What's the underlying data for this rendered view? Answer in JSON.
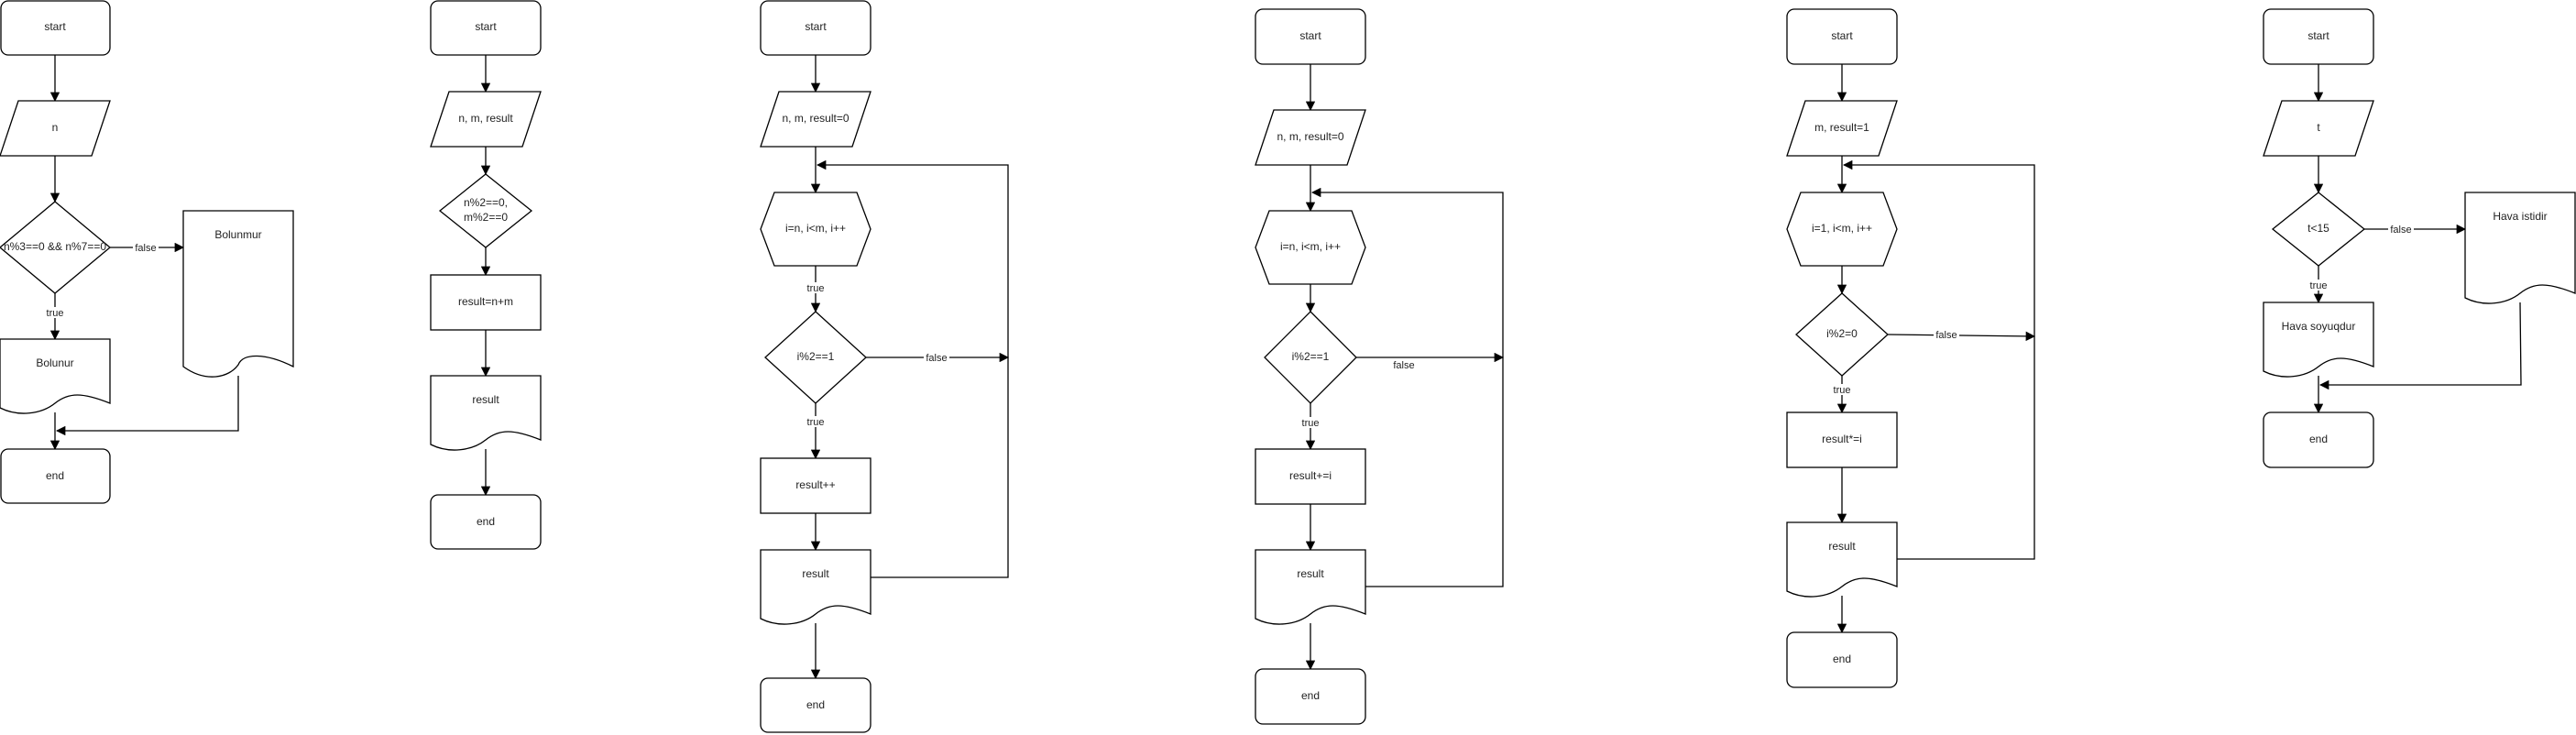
{
  "colors": {
    "stroke": "#000000",
    "fill": "#ffffff",
    "text": "#222222"
  },
  "flowcharts": [
    {
      "nodes": {
        "start": "start",
        "input": "n",
        "decision": "n%3==0 && n%7==0",
        "out_false": "Bolunmur",
        "out_true": "Bolunur",
        "end": "end"
      },
      "edges": {
        "false": "false",
        "true": "true"
      }
    },
    {
      "nodes": {
        "start": "start",
        "input": "n, m, result",
        "decision_line1": "n%2==0,",
        "decision_line2": "m%2==0",
        "process": "result=n+m",
        "output": "result",
        "end": "end"
      }
    },
    {
      "nodes": {
        "start": "start",
        "input": "n, m, result=0",
        "loop": "i=n, i<m, i++",
        "decision": "i%2==1",
        "process": "result++",
        "output": "result",
        "end": "end"
      },
      "edges": {
        "true": "true",
        "false": "false"
      }
    },
    {
      "nodes": {
        "start": "start",
        "input": "n, m, result=0",
        "loop": "i=n, i<m, i++",
        "decision": "i%2==1",
        "process": "result+=i",
        "output": "result",
        "end": "end"
      },
      "edges": {
        "true": "true",
        "false": "false"
      }
    },
    {
      "nodes": {
        "start": "start",
        "input": "m, result=1",
        "loop": "i=1, i<m, i++",
        "decision": "i%2=0",
        "process": "result*=i",
        "output": "result",
        "end": "end"
      },
      "edges": {
        "true": "true",
        "false": "false"
      }
    },
    {
      "nodes": {
        "start": "start",
        "input": "t",
        "decision": "t<15",
        "out_false": "Hava istidir",
        "out_true": "Hava soyuqdur",
        "end": "end"
      },
      "edges": {
        "false": "false",
        "true": "true"
      }
    }
  ]
}
